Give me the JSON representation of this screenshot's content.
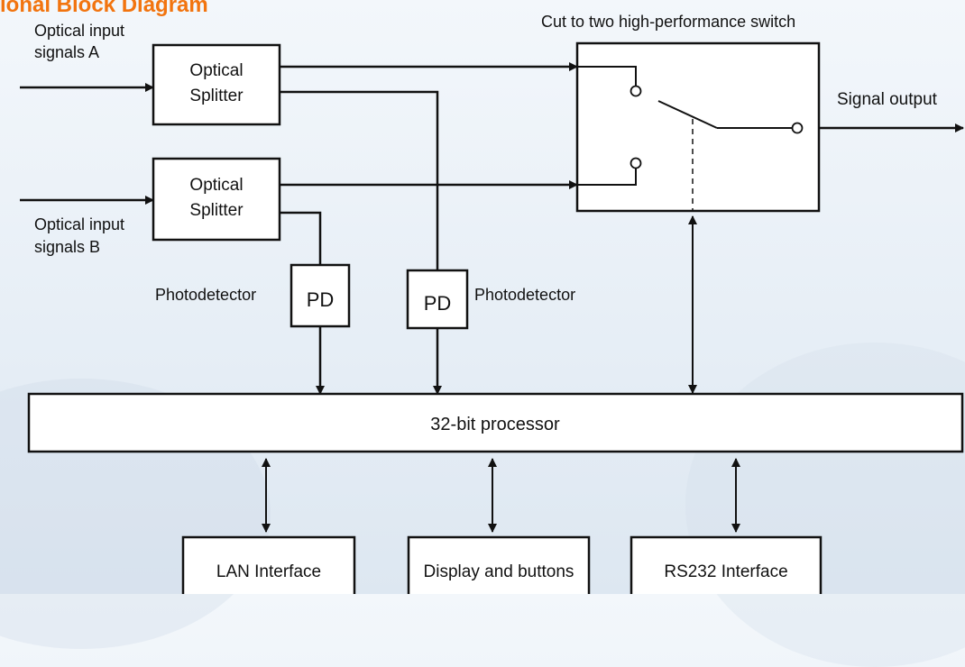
{
  "diagram": {
    "title": "ional Block Diagram",
    "input_a": {
      "line1": "Optical input",
      "line2": "signals A"
    },
    "input_b": {
      "line1": "Optical input",
      "line2": "signals B"
    },
    "splitter_top": {
      "line1": "Optical",
      "line2": "Splitter"
    },
    "splitter_bottom": {
      "line1": "Optical",
      "line2": "Splitter"
    },
    "switch_caption": "Cut to two high-performance switch",
    "signal_output": "Signal output",
    "pd_left": {
      "label": "Photodetector",
      "box": "PD"
    },
    "pd_right": {
      "label": "Photodetector",
      "box": "PD"
    },
    "processor": "32-bit processor",
    "lan": "LAN Interface",
    "display": "Display and buttons",
    "rs232": "RS232 Interface"
  },
  "colors": {
    "title": "#f2740f",
    "line": "#111111",
    "box_fill": "#ffffff"
  }
}
